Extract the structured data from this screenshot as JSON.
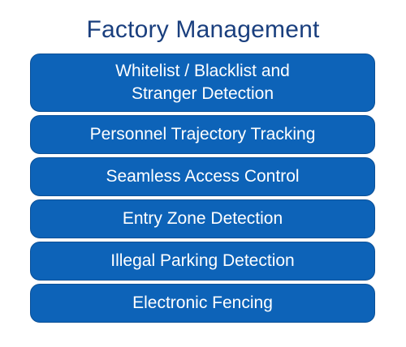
{
  "title": "Factory Management",
  "items": [
    {
      "line1": "Whitelist / Blacklist and",
      "line2": "Stranger Detection"
    },
    {
      "label": "Personnel Trajectory Tracking"
    },
    {
      "label": "Seamless Access Control"
    },
    {
      "label": "Entry Zone Detection"
    },
    {
      "label": "Illegal Parking Detection"
    },
    {
      "label": "Electronic Fencing"
    }
  ],
  "colors": {
    "title": "#1a3f7e",
    "box_fill": "#0d63b8",
    "box_text": "#ffffff"
  }
}
